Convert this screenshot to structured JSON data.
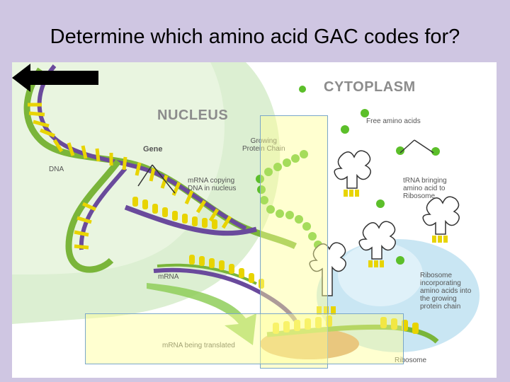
{
  "slide": {
    "title": "Determine which amino acid GAC codes for?"
  },
  "figure": {
    "labels": {
      "cytoplasm": "CYTOPLASM",
      "nucleus": "NUCLEUS",
      "free_amino_acids": "Free amino acids",
      "growing_protein_chain": "Growing\nProtein Chain",
      "gene": "Gene",
      "dna": "DNA",
      "mrna_copying": "mRNA copying\nDNA in nucleus",
      "trna_bringing": "tRNA bringing\namino acid to\nRibosome",
      "mrna": "mRNA",
      "ribosome_incorporating": "Ribosome\nincorporating\namino acids into\nthe growing\nprotein chain",
      "mrna_translated": "mRNA being translated",
      "ribosome": "Ribosome"
    },
    "colors": {
      "nucleus_fill": "#dcefd2",
      "ribosome_fill": "#c9e6f3",
      "dna_green": "#7ab53a",
      "dna_purple": "#6a4a9c",
      "base_yellow": "#e8d400",
      "amino_acid_green": "#5cbf2a",
      "highlight": "#ffff96",
      "arrow": "#000000"
    },
    "icons": {
      "pointer": "left-arrow-icon"
    }
  }
}
